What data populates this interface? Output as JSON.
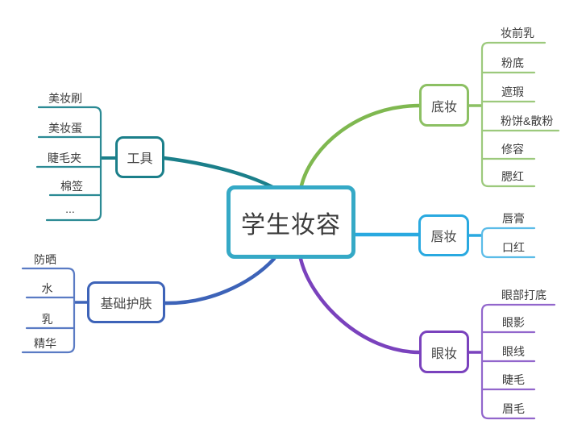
{
  "diagram": {
    "type": "mindmap",
    "root": {
      "label": "学生妆容",
      "border_color": "#35A9C6"
    },
    "branches": [
      {
        "label": "工具",
        "color": "#1B7F8A",
        "side": "left",
        "children": [
          "美妆刷",
          "美妆蛋",
          "睫毛夹",
          "棉签",
          "..."
        ]
      },
      {
        "label": "底妆",
        "color": "#8CC063",
        "side": "right",
        "children": [
          "妆前乳",
          "粉底",
          "遮瑕",
          "粉饼&散粉",
          "修容",
          "腮红"
        ]
      },
      {
        "label": "唇妆",
        "color": "#29A9E0",
        "side": "right",
        "children": [
          "唇膏",
          "口红"
        ]
      },
      {
        "label": "眼妆",
        "color": "#7A42BD",
        "side": "right",
        "children": [
          "眼部打底",
          "眼影",
          "眼线",
          "睫毛",
          "眉毛"
        ]
      },
      {
        "label": "基础护肤",
        "color": "#3D63B8",
        "side": "left",
        "children": [
          "防晒",
          "水",
          "乳",
          "精华"
        ]
      }
    ]
  }
}
